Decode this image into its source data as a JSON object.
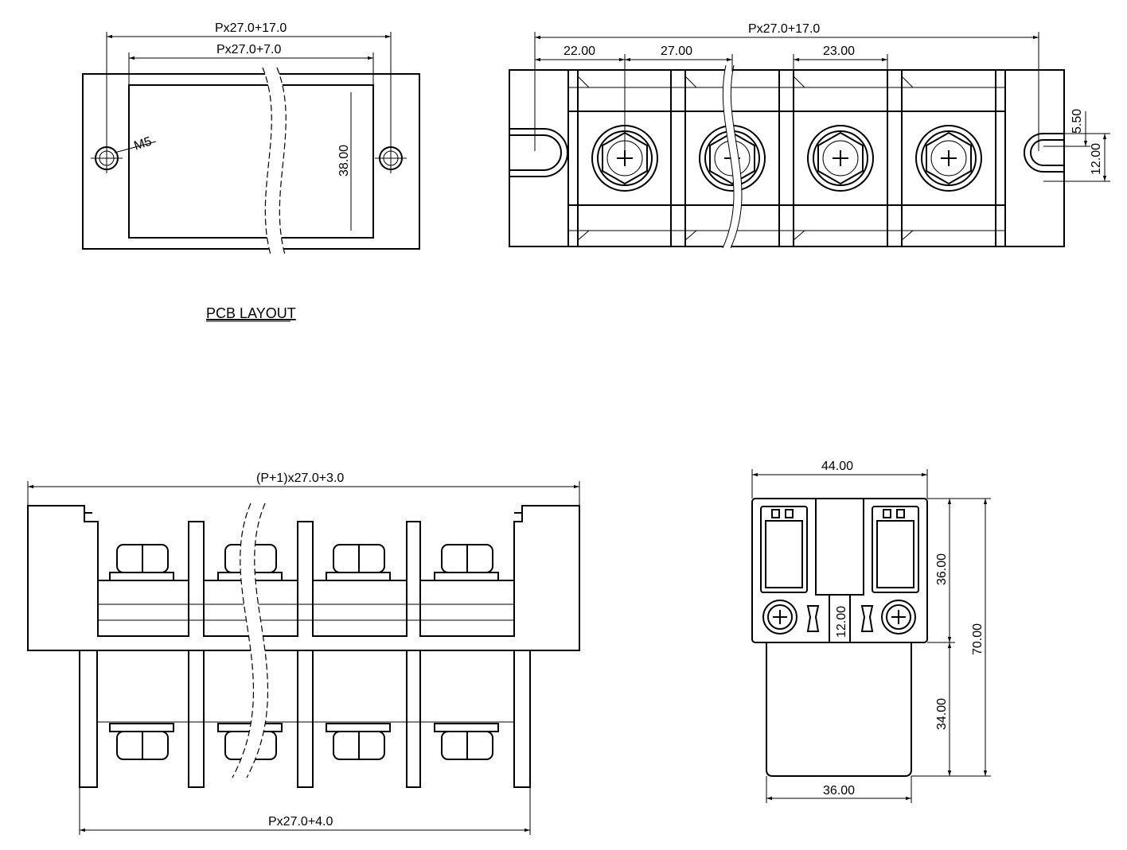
{
  "top_left_view": {
    "dim_overall": "Px27.0+17.0",
    "dim_inner": "Px27.0+7.0",
    "dim_height": "38.00",
    "hole_label": "M5"
  },
  "top_right_view": {
    "dim_overall": "Px27.0+17.0",
    "dim_first_pitch": "22.00",
    "dim_pitch": "27.00",
    "dim_last_pitch": "23.00",
    "dim_slot_offset": "5.50",
    "dim_slot_width": "12.00"
  },
  "pcb_layout_label": "PCB LAYOUT",
  "front_view": {
    "dim_top": "(P+1)x27.0+3.0",
    "dim_bottom": "Px27.0+4.0"
  },
  "side_view": {
    "dim_width": "44.00",
    "dim_upper_height": "36.00",
    "dim_total_height": "70.00",
    "dim_lower_height": "34.00",
    "dim_bottom_width": "36.00",
    "dim_gap": "12.00"
  }
}
